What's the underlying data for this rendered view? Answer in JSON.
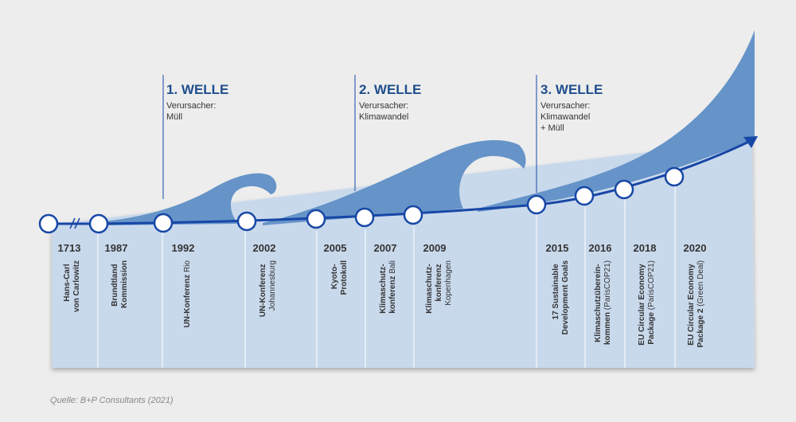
{
  "waves": [
    {
      "title": "1. WELLE",
      "cause": [
        "Verursacher:",
        "Müll"
      ]
    },
    {
      "title": "2. WELLE",
      "cause": [
        "Verursacher:",
        "Klimawandel"
      ]
    },
    {
      "title": "3. WELLE",
      "cause": [
        "Verursacher:",
        "Klimawandel",
        "+ Müll"
      ]
    }
  ],
  "milestones": [
    {
      "year": "1713",
      "lines": [
        {
          "bold": "Hans-Carl",
          "reg": ""
        },
        {
          "bold": "von Carlowitz",
          "reg": ""
        }
      ]
    },
    {
      "year": "1987",
      "lines": [
        {
          "bold": "Brundtland",
          "reg": ""
        },
        {
          "bold": "Kommission",
          "reg": ""
        }
      ]
    },
    {
      "year": "1992",
      "lines": [
        {
          "bold": "UN-Konferenz",
          "reg": " Rio"
        }
      ]
    },
    {
      "year": "2002",
      "lines": [
        {
          "bold": "UN-Konferenz",
          "reg": ""
        },
        {
          "bold": "",
          "reg": "Johannesburg"
        }
      ]
    },
    {
      "year": "2005",
      "lines": [
        {
          "bold": "Kyoto-",
          "reg": ""
        },
        {
          "bold": "Protokoll",
          "reg": ""
        }
      ]
    },
    {
      "year": "2007",
      "lines": [
        {
          "bold": "Klimaschutz-",
          "reg": ""
        },
        {
          "bold": "konferenz",
          "reg": " Bali"
        }
      ]
    },
    {
      "year": "2009",
      "lines": [
        {
          "bold": "Klimaschutz-",
          "reg": ""
        },
        {
          "bold": "konferenz",
          "reg": ""
        },
        {
          "bold": "",
          "reg": "Kopenhagen"
        }
      ]
    },
    {
      "year": "2015",
      "lines": [
        {
          "bold": "17 Sustainable",
          "reg": ""
        },
        {
          "bold": "Development Goals",
          "reg": ""
        }
      ]
    },
    {
      "year": "2016",
      "lines": [
        {
          "bold": "Klimaschutzüberein-",
          "reg": ""
        },
        {
          "bold": "kommen",
          "reg": " (ParisCOP21)"
        }
      ]
    },
    {
      "year": "2018",
      "lines": [
        {
          "bold": "EU Circular Economy",
          "reg": ""
        },
        {
          "bold": "Package",
          "reg": " (ParisCOP21)"
        }
      ]
    },
    {
      "year": "2020",
      "lines": [
        {
          "bold": "EU Circular Economy",
          "reg": ""
        },
        {
          "bold": "Package 2",
          "reg": " (Green Deal)"
        }
      ]
    }
  ],
  "source": "Quelle: B+P Consultants (2021)",
  "colors": {
    "background": "#ededed",
    "panel": "#c9d9ec",
    "wave": "#6694c8",
    "timeline": "#1747a6",
    "title": "#1f4e8c",
    "text": "#333333",
    "source": "#888888"
  }
}
